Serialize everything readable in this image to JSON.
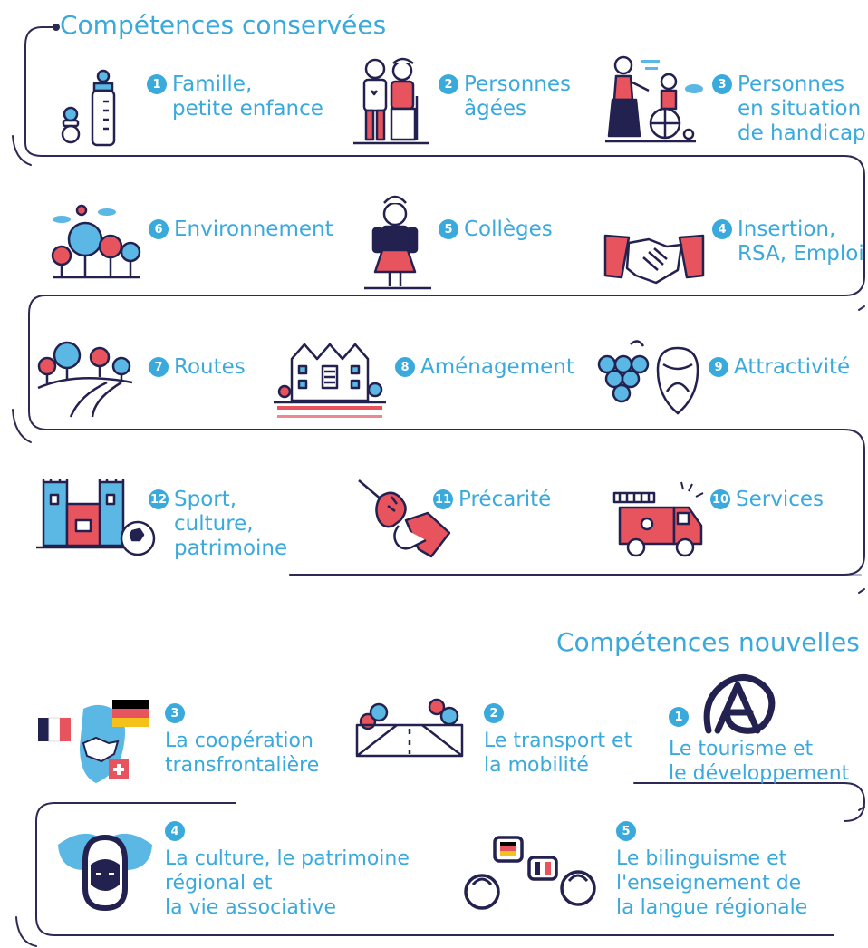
{
  "sections": {
    "conserved": {
      "title": "Compétences conservées",
      "items": [
        {
          "num": "1",
          "label": "Famille,\npetite enfance",
          "icon": "baby-bottle-icon"
        },
        {
          "num": "2",
          "label": "Personnes\nâgées",
          "icon": "elderly-couple-icon"
        },
        {
          "num": "3",
          "label": "Personnes\nen situation\nde handicap",
          "icon": "wheelchair-icon"
        },
        {
          "num": "4",
          "label": "Insertion,\nRSA, Emploi",
          "icon": "handshake-icon"
        },
        {
          "num": "5",
          "label": "Collèges",
          "icon": "student-icon"
        },
        {
          "num": "6",
          "label": "Environnement",
          "icon": "trees-icon"
        },
        {
          "num": "7",
          "label": "Routes",
          "icon": "road-icon"
        },
        {
          "num": "8",
          "label": "Aménagement",
          "icon": "houses-icon"
        },
        {
          "num": "9",
          "label": "Attractivité",
          "icon": "grapes-pretzel-icon"
        },
        {
          "num": "10",
          "label": "Services",
          "icon": "fire-truck-icon"
        },
        {
          "num": "11",
          "label": "Précarité",
          "icon": "helping-hand-icon"
        },
        {
          "num": "12",
          "label": "Sport,\nculture,\npatrimoine",
          "icon": "castle-ball-icon"
        }
      ]
    },
    "new": {
      "title": "Compétences nouvelles",
      "items": [
        {
          "num": "1",
          "label": "Le tourisme et\nle développement",
          "icon": "alsace-logo-icon"
        },
        {
          "num": "2",
          "label": "Le transport et\nla mobilité",
          "icon": "bridge-road-icon"
        },
        {
          "num": "3",
          "label": "La coopération\ntransfrontalière",
          "icon": "flags-handshake-icon"
        },
        {
          "num": "4",
          "label": "La culture, le patrimoine\nrégional et\nla vie associative",
          "icon": "alsatian-woman-icon"
        },
        {
          "num": "5",
          "label": "Le bilinguisme et\nl'enseignement de\nla langue régionale",
          "icon": "speaking-people-icon"
        }
      ]
    }
  },
  "colors": {
    "accent": "#3aa9dc",
    "navy": "#23214f",
    "red": "#e8545e",
    "blue": "#5bb7e4"
  }
}
